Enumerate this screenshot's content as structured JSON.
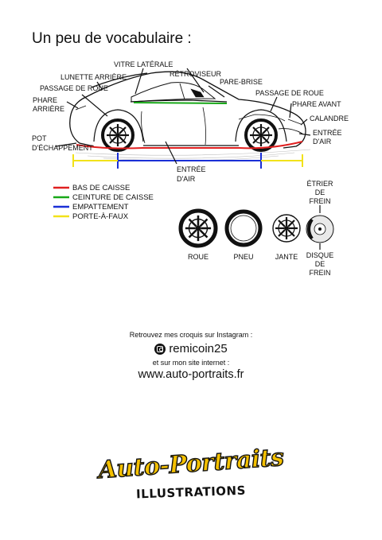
{
  "title": "Un peu de vocabulaire :",
  "labels": {
    "vitre_laterale": "VITRE LATÉRALE",
    "retroviseur": "RÉTROVISEUR",
    "lunette_arriere": "LUNETTE ARRIÈRE",
    "pare_brise": "PARE-BRISE",
    "passage_roue_ar": "PASSAGE DE ROUE",
    "passage_roue_av": "PASSAGE DE ROUE",
    "phare_arriere_1": "PHARE",
    "phare_arriere_2": "ARRIÈRE",
    "phare_avant": "PHARE AVANT",
    "calandre": "CALANDRE",
    "entree_air_av_1": "ENTRÉE",
    "entree_air_av_2": "D'AIR",
    "pot_1": "POT",
    "pot_2": "D'ÉCHAPPEMENT",
    "entree_air_lat_1": "ENTRÉE",
    "entree_air_lat_2": "D'AIR"
  },
  "legend": [
    {
      "label": "BAS DE CAISSE",
      "color": "#e02020"
    },
    {
      "label": "CEINTURE DE CAISSE",
      "color": "#18a818"
    },
    {
      "label": "EMPATTEMENT",
      "color": "#1a2fd6"
    },
    {
      "label": "PORTE-À-FAUX",
      "color": "#f2e21a"
    }
  ],
  "wheels": {
    "roue": "ROUE",
    "pneu": "PNEU",
    "jante": "JANTE",
    "etrier_1": "ÉTRIER",
    "etrier_2": "DE",
    "etrier_3": "FREIN",
    "disque_1": "DISQUE",
    "disque_2": "DE",
    "disque_3": "FREIN"
  },
  "footer": {
    "line1": "Retrouvez mes croquis sur Instagram :",
    "handle": "remicoin25",
    "line3": "et sur mon site internet :",
    "site": "www.auto-portraits.fr"
  },
  "logo": {
    "main": "Auto-Portraits",
    "sub": "ILLUSTRATIONS"
  }
}
